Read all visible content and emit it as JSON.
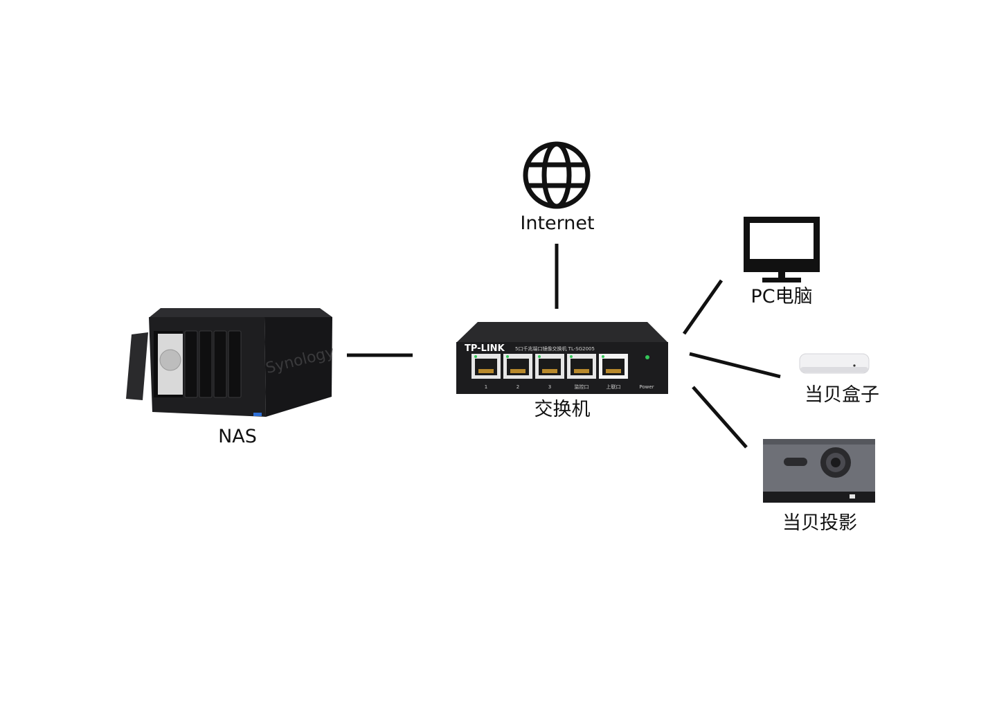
{
  "diagram": {
    "nodes": {
      "internet": {
        "label": "Internet",
        "icon": "globe-icon"
      },
      "switch": {
        "label": "交换机",
        "brand": "TP-LINK",
        "model_text": "5口千兆端口镜像交换机   TL-SG2005",
        "ports": [
          "1",
          "2",
          "3",
          "监控口",
          "上联口"
        ],
        "power_label": "Power"
      },
      "nas": {
        "label": "NAS",
        "brand": "Synology"
      },
      "pc": {
        "label": "PC电脑",
        "icon": "monitor-icon"
      },
      "box": {
        "label": "当贝盒子"
      },
      "projector": {
        "label": "当贝投影"
      }
    },
    "edges": [
      {
        "from": "switch",
        "to": "internet"
      },
      {
        "from": "switch",
        "to": "nas"
      },
      {
        "from": "switch",
        "to": "pc"
      },
      {
        "from": "switch",
        "to": "box"
      },
      {
        "from": "switch",
        "to": "projector"
      }
    ],
    "colors": {
      "line": "#111111",
      "device_body": "#1c1c1e",
      "projector_body": "#6e7077",
      "led": "#34c759"
    }
  }
}
